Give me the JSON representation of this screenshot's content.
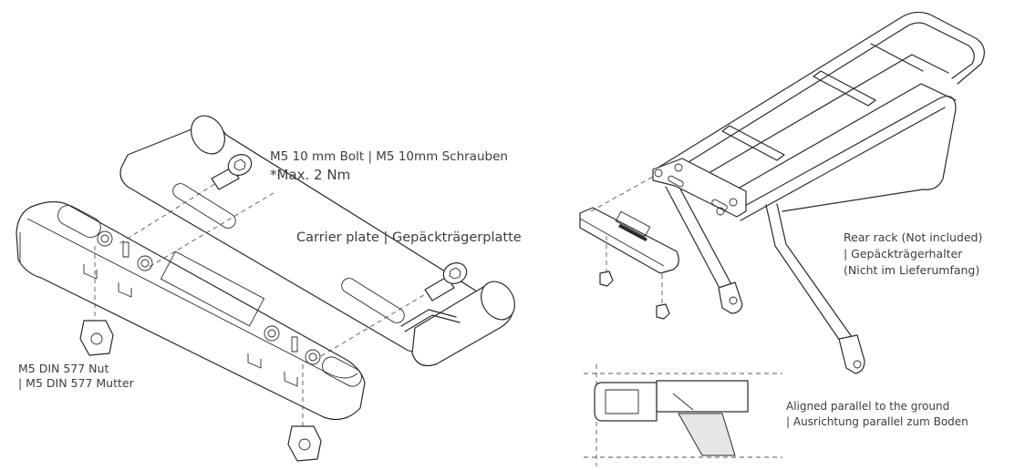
{
  "labels": {
    "bolt_line1": "M5 10 mm Bolt |  M5 10mm Schrauben",
    "bolt_line2": "*Max. 2 Nm",
    "carrier_plate": "Carrier plate | Gepäckträgerplatte",
    "nut_line1": "M5 DIN 577 Nut",
    "nut_line2": "| M5 DIN 577 Mutter",
    "rack_line1": "Rear rack (Not included)",
    "rack_line2": "| Gepäckträgerhalter",
    "rack_line3": "(Nicht im Lieferumfang)",
    "parallel_line1": "Aligned parallel to the ground",
    "parallel_line2": "| Ausrichtung parallel zum Boden"
  },
  "colors": {
    "line": "#2a2a2a",
    "text": "#3d3d3d",
    "background": "#ffffff"
  },
  "icons": [
    "bolt-icon",
    "nut-icon",
    "rear-rack-drawing",
    "carrier-plate-drawing",
    "battery-mount-drawing",
    "alignment-detail-drawing"
  ]
}
